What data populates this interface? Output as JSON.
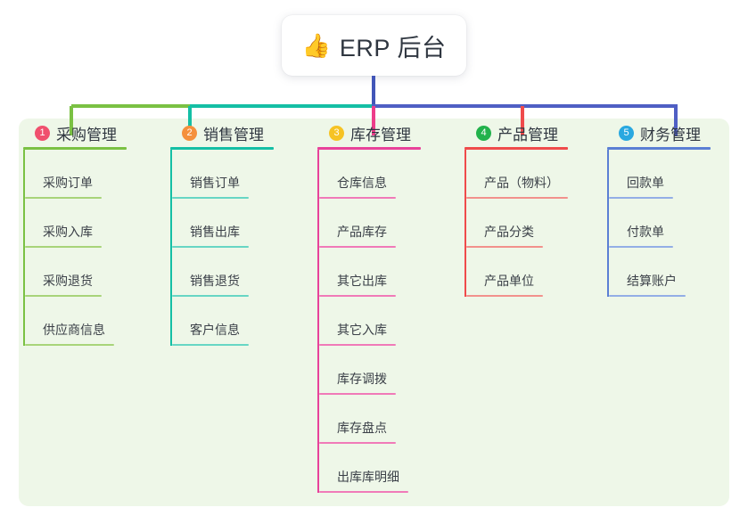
{
  "root": {
    "emoji": "👍",
    "emoji_name": "thumbs-up-icon",
    "title": "ERP 后台"
  },
  "panel": {
    "background_color": "#eef7e8"
  },
  "connector": {
    "stem_color": "#4256b8",
    "bar_segments": [
      {
        "color": "#7ac143"
      },
      {
        "color": "#14bfa5"
      },
      {
        "color": "#4f5fc4"
      }
    ]
  },
  "branches": [
    {
      "number": "1",
      "title": "采购管理",
      "badge_color": "#f0506e",
      "line_color": "#7ac143",
      "node_line_color": "#a8d479",
      "drop_color": "#7ac143",
      "width": 165,
      "rule_width": 116,
      "items": [
        {
          "label": "采购订单",
          "rule_width": 86
        },
        {
          "label": "采购入库",
          "rule_width": 86
        },
        {
          "label": "采购退货",
          "rule_width": 86
        },
        {
          "label": "供应商信息",
          "rule_width": 100
        }
      ]
    },
    {
      "number": "2",
      "title": "销售管理",
      "badge_color": "#f5903c",
      "line_color": "#14bfa5",
      "node_line_color": "#67d6c4",
      "drop_color": "#14bfa5",
      "width": 165,
      "rule_width": 116,
      "items": [
        {
          "label": "销售订单",
          "rule_width": 86
        },
        {
          "label": "销售出库",
          "rule_width": 86
        },
        {
          "label": "销售退货",
          "rule_width": 86
        },
        {
          "label": "客户信息",
          "rule_width": 86
        }
      ]
    },
    {
      "number": "3",
      "title": "库存管理",
      "badge_color": "#f6c324",
      "line_color": "#e8429a",
      "node_line_color": "#f07ab8",
      "drop_color": "#ed3d8a",
      "width": 165,
      "rule_width": 116,
      "items": [
        {
          "label": "仓库信息",
          "rule_width": 86
        },
        {
          "label": "产品库存",
          "rule_width": 86
        },
        {
          "label": "其它出库",
          "rule_width": 86
        },
        {
          "label": "其它入库",
          "rule_width": 86
        },
        {
          "label": "库存调拨",
          "rule_width": 86
        },
        {
          "label": "库存盘点",
          "rule_width": 86
        },
        {
          "label": "出库库明细",
          "rule_width": 100
        }
      ]
    },
    {
      "number": "4",
      "title": "产品管理",
      "badge_color": "#22b24c",
      "line_color": "#ef4b4b",
      "node_line_color": "#f2918c",
      "drop_color": "#ef4b4b",
      "width": 160,
      "rule_width": 116,
      "items": [
        {
          "label": "产品（物料）",
          "rule_width": 114
        },
        {
          "label": "产品分类",
          "rule_width": 86
        },
        {
          "label": "产品单位",
          "rule_width": 86
        }
      ]
    },
    {
      "number": "5",
      "title": "财务管理",
      "badge_color": "#29a8e0",
      "line_color": "#5b7fd4",
      "node_line_color": "#93aee6",
      "drop_color": "#4f5fc4",
      "width": 142,
      "rule_width": 116,
      "items": [
        {
          "label": "回款单",
          "rule_width": 72
        },
        {
          "label": "付款单",
          "rule_width": 72
        },
        {
          "label": "结算账户",
          "rule_width": 86
        }
      ]
    }
  ]
}
